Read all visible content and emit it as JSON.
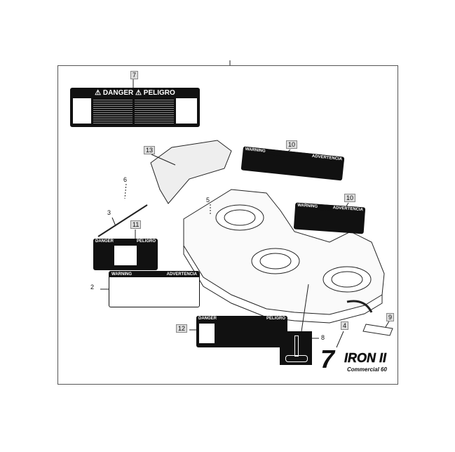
{
  "callouts": {
    "c7": "7",
    "c13": "13",
    "c6": "6",
    "c5": "5",
    "c3": "3",
    "c11": "11",
    "c10a": "10",
    "c10b": "10",
    "c2": "2",
    "c12": "12",
    "c8": "8",
    "c4": "4",
    "c9": "9"
  },
  "decals": {
    "danger_peligro": {
      "left": "DANGER",
      "right": "PELIGRO"
    },
    "warning_advertencia_a": {
      "left": "WARNING",
      "right": "ADVERTENCIA"
    },
    "warning_advertencia_b": {
      "left": "WARNING",
      "right": "ADVERTENCIA"
    },
    "danger_11": {
      "left": "DANGER",
      "right": "PELIGRO"
    },
    "warning_2": {
      "left": "WARNING",
      "right": "ADVERTENCIA"
    },
    "danger_12": {
      "left": "DANGER",
      "right": "PELIGRO"
    }
  },
  "logo": {
    "seven": "7",
    "iron": "IRON II",
    "subtitle": "Commercial 60"
  }
}
